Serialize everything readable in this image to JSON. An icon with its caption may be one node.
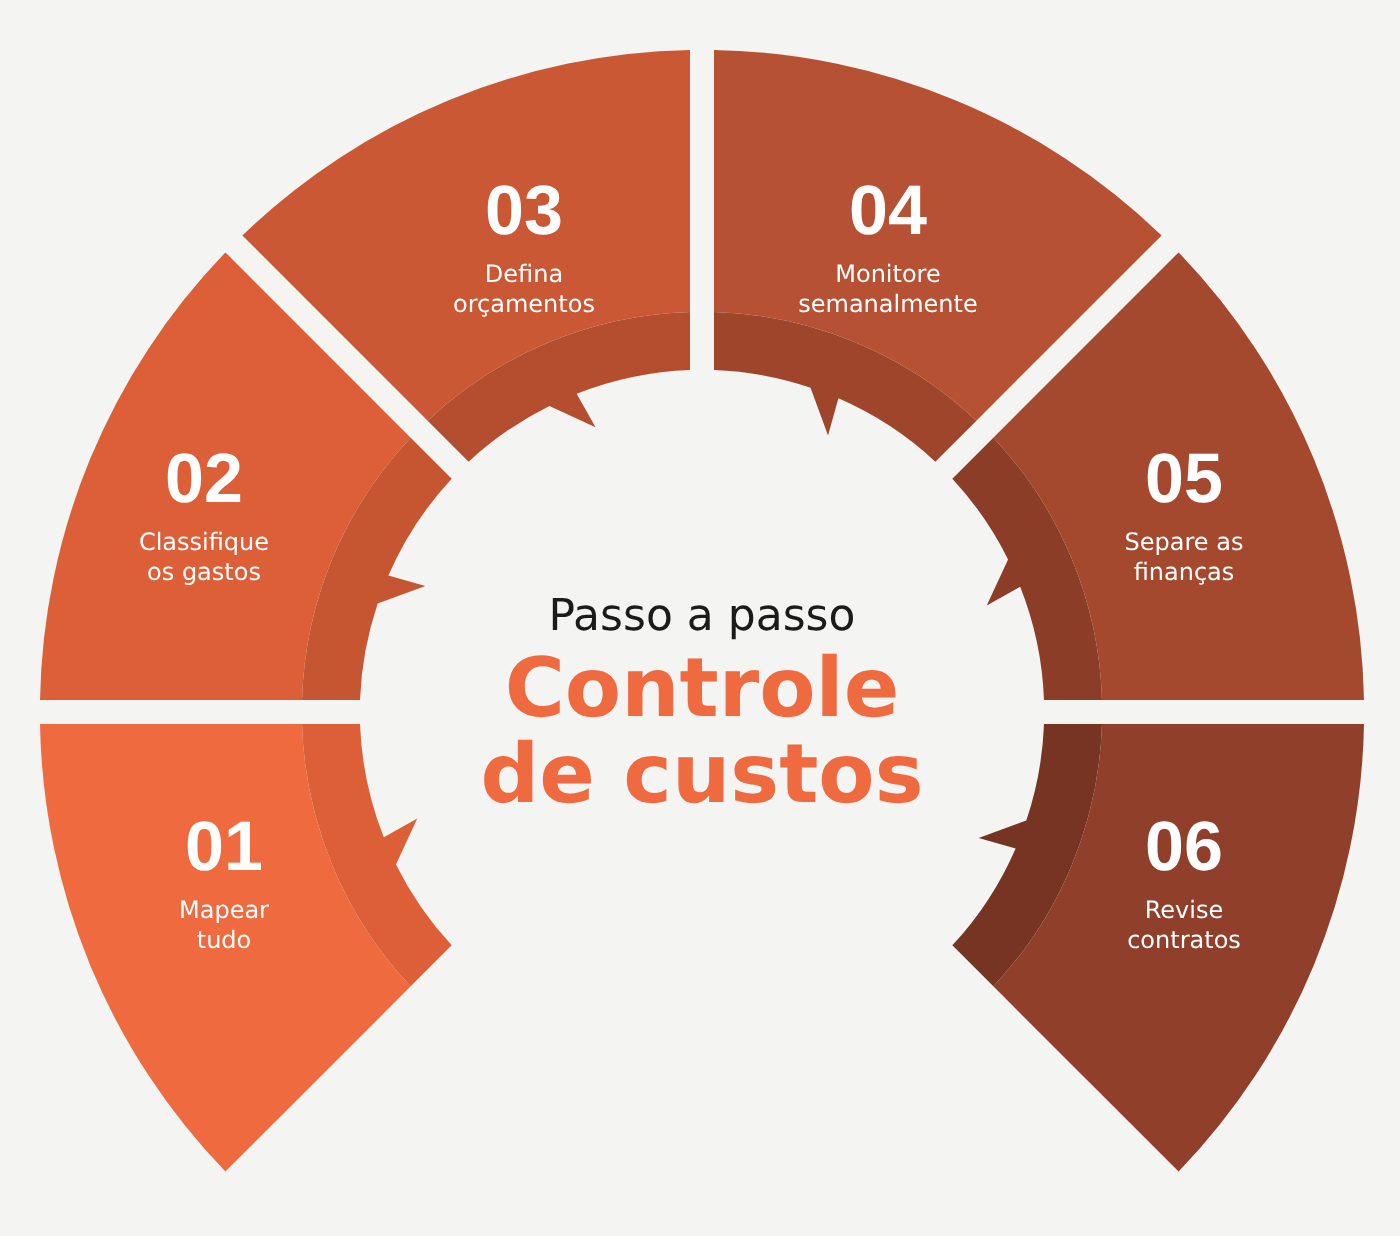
{
  "diagram": {
    "title": "Controle de custos",
    "nodes": [
      {
        "text": [
          "01",
          "Mapear tudo"
        ]
      },
      {
        "text": [
          "02",
          "Classifique os gastos"
        ]
      },
      {
        "text": [
          "03",
          "Defina orçamentos"
        ]
      },
      {
        "text": [
          "04",
          "Monitore semanalmente"
        ]
      },
      {
        "text": [
          "05",
          "Separe as finanças"
        ]
      },
      {
        "text": [
          "06",
          "Revise contratos"
        ]
      }
    ],
    "labels": [
      "Passo a passo"
    ]
  }
}
